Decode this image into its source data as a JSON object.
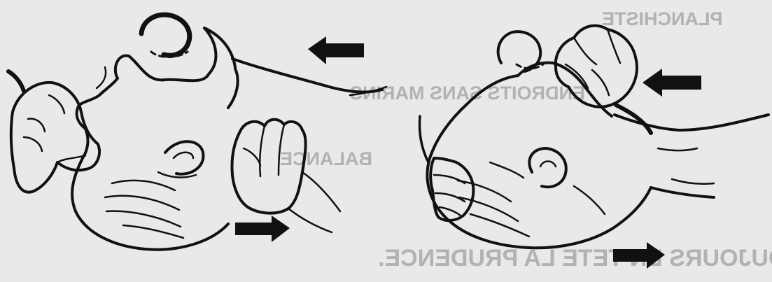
{
  "illustration": {
    "colors": {
      "background": "#e9e9e9",
      "ink": "#111111"
    },
    "panels": [
      {
        "id": "left",
        "arrows": [
          "arrow-left",
          "arrow-right"
        ]
      },
      {
        "id": "right",
        "arrows": [
          "arrow-left",
          "arrow-right"
        ]
      }
    ]
  },
  "bleed_through_text": [
    "PLANCHISTE",
    "ENDROITS SANS MARINS",
    "BALANCE",
    "AYEZ TOUJOURS EN TETE LA PRUDENCE."
  ]
}
